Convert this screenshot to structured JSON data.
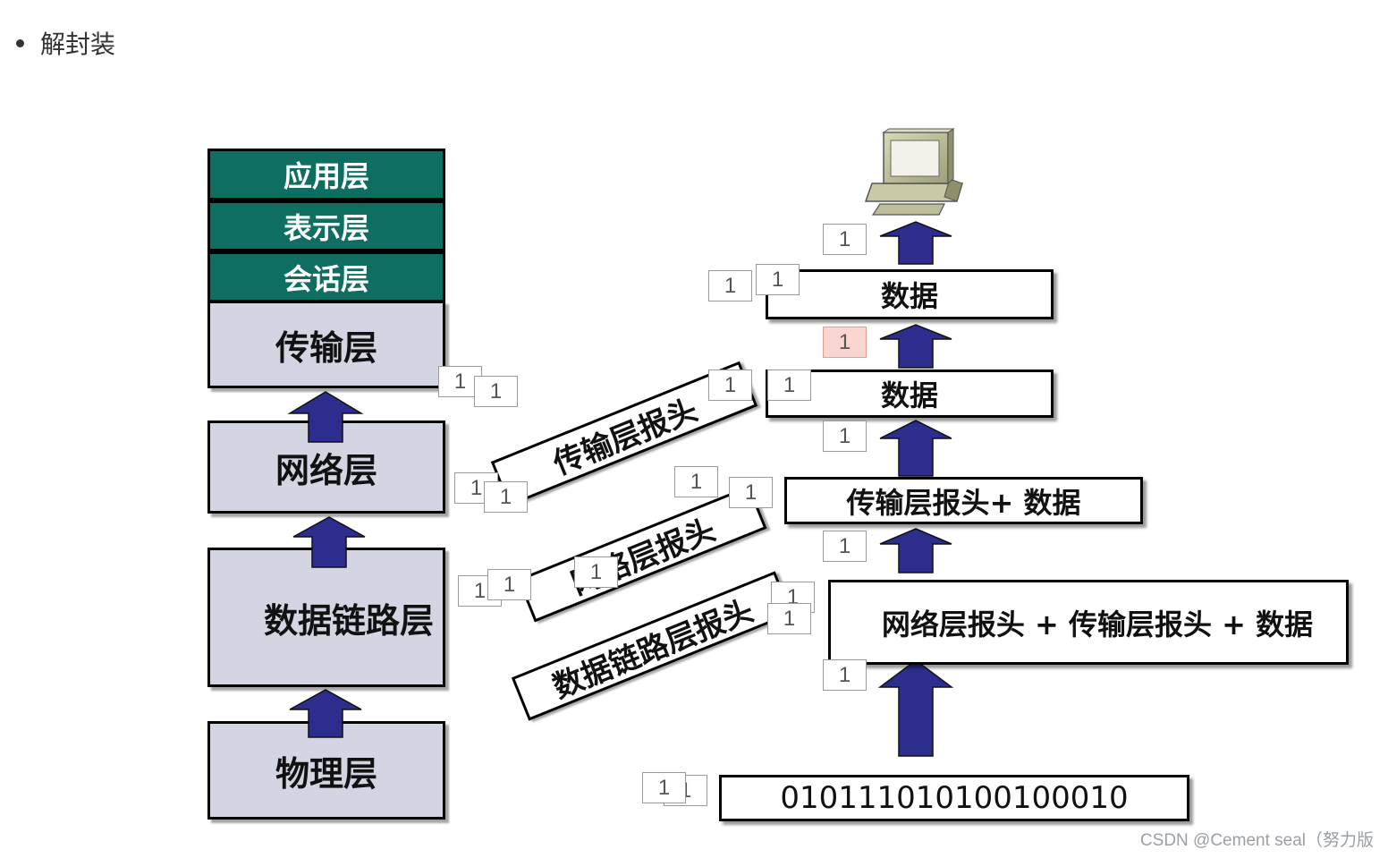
{
  "bullet": {
    "text": "解封装"
  },
  "osi_layers": {
    "application": "应用层",
    "presentation": "表示层",
    "session": "会话层",
    "transport": "传输层",
    "network": "网络层",
    "datalink": "数据链路层",
    "physical": "物理层"
  },
  "headers": {
    "transport": "传输层报头",
    "network": "网络层报头",
    "datalink": "数据链路层报头"
  },
  "stack": {
    "data_top": "数据",
    "data_mid": "数据",
    "transport_data": "传输层报头+ 数据",
    "network_transport_data": "网络层报头 + 传输层报头 + 数据",
    "bits": "010111010100100010"
  },
  "tag_label": "1",
  "colors": {
    "top_layer_fill": "#0e6e62",
    "low_layer_fill": "#d3d6e2",
    "arrow_fill": "#2c2d8c",
    "pink_tag": "#f9d6cf"
  },
  "watermark": "CSDN @Cement seal（努力版"
}
